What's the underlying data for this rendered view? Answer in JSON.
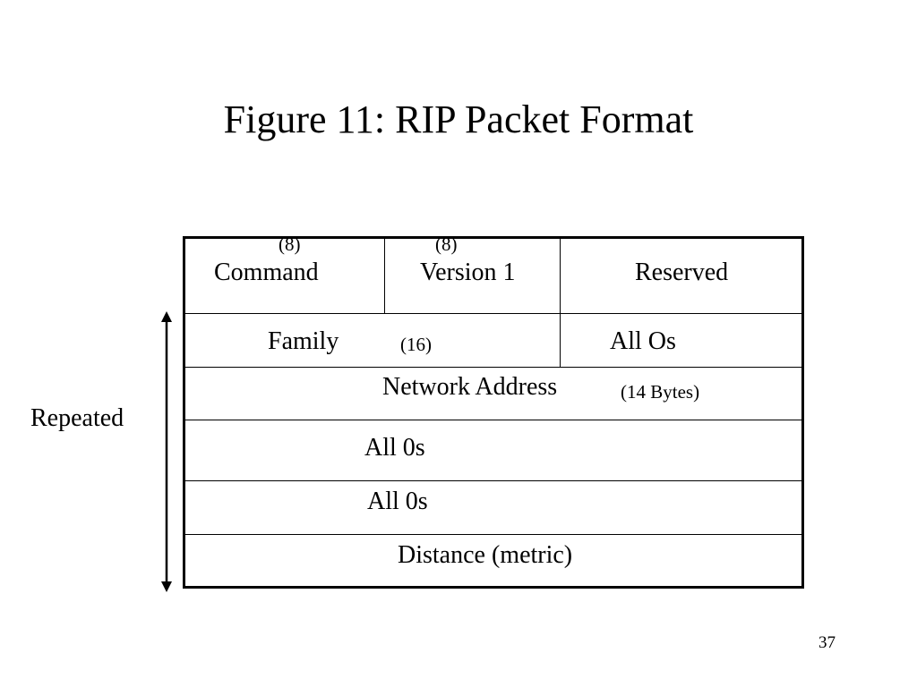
{
  "title": "Figure 11: RIP Packet Format",
  "repeated_label": "Repeated",
  "page_number": "37",
  "header_row": {
    "command": {
      "size": "(8)",
      "label": "Command"
    },
    "version": {
      "size": "(8)",
      "label": "Version 1"
    },
    "reserved": {
      "label": "Reserved"
    }
  },
  "rows": {
    "family": {
      "label": "Family",
      "size": "(16)",
      "right": "All Os"
    },
    "network_address": {
      "label": "Network Address",
      "size": "(14 Bytes)"
    },
    "zeros_1": {
      "label": "All 0s"
    },
    "zeros_2": {
      "label": "All 0s"
    },
    "distance": {
      "label": "Distance (metric)"
    }
  }
}
